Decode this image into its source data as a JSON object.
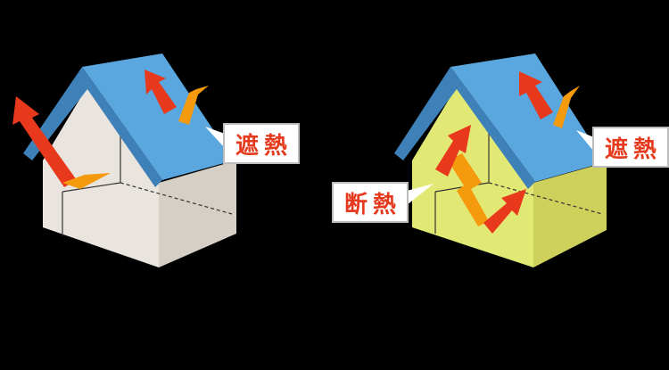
{
  "labels": {
    "heat_shield_left": "遮熱",
    "heat_shield_right": "遮熱",
    "insulation": "断熱"
  },
  "colors": {
    "background": "#000000",
    "roof": "#5aa4dc",
    "roof_edge": "#3f7fb5",
    "wall_plain_front": "#e8e2da",
    "wall_plain_side": "#d9d2c9",
    "wall_insulated_front": "#e2e873",
    "wall_insulated_side": "#cfd35a",
    "arrow_red": "#e8391d",
    "arrow_orange": "#f59a0c",
    "label_text": "#e53a1e"
  }
}
